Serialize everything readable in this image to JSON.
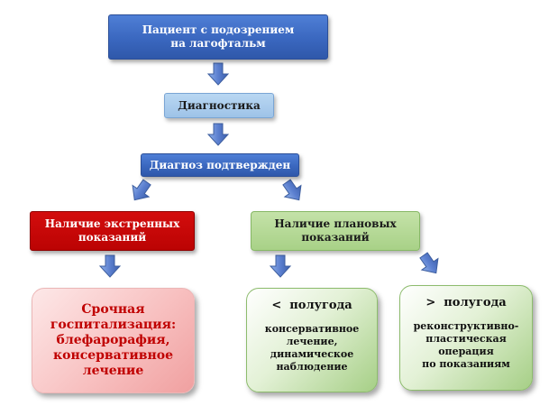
{
  "nodes": {
    "patient": {
      "line1": "Пациент с подозрением",
      "line2": "на лагофтальм"
    },
    "diagnostics": {
      "label": "Диагностика"
    },
    "confirmed": {
      "label": "Диагноз подтвержден"
    },
    "emergency": {
      "line1": "Наличие экстренных",
      "line2": "показаний"
    },
    "planned": {
      "line1": "Наличие плановых",
      "line2": "показаний"
    },
    "urgent": {
      "line1": "Срочная",
      "line2": "госпитализация:",
      "line3": "блефарорафия,",
      "line4": "консервативное",
      "line5": "лечение"
    },
    "less_half_year": {
      "title": "<  полугода",
      "line1": "консервативное",
      "line2": "лечение,",
      "line3": "динамическое",
      "line4": "наблюдение"
    },
    "more_half_year": {
      "title": ">  полугода",
      "line1": "реконструктивно-",
      "line2": "пластическая",
      "line3": "операция",
      "line4": "по показаниям"
    }
  },
  "colors": {
    "blue": "#3a67bf",
    "light_blue": "#9ec3e8",
    "red": "#c00000",
    "green": "#a8d187",
    "pink": "#f8c1c1",
    "arrow": "#5b7fcf"
  }
}
